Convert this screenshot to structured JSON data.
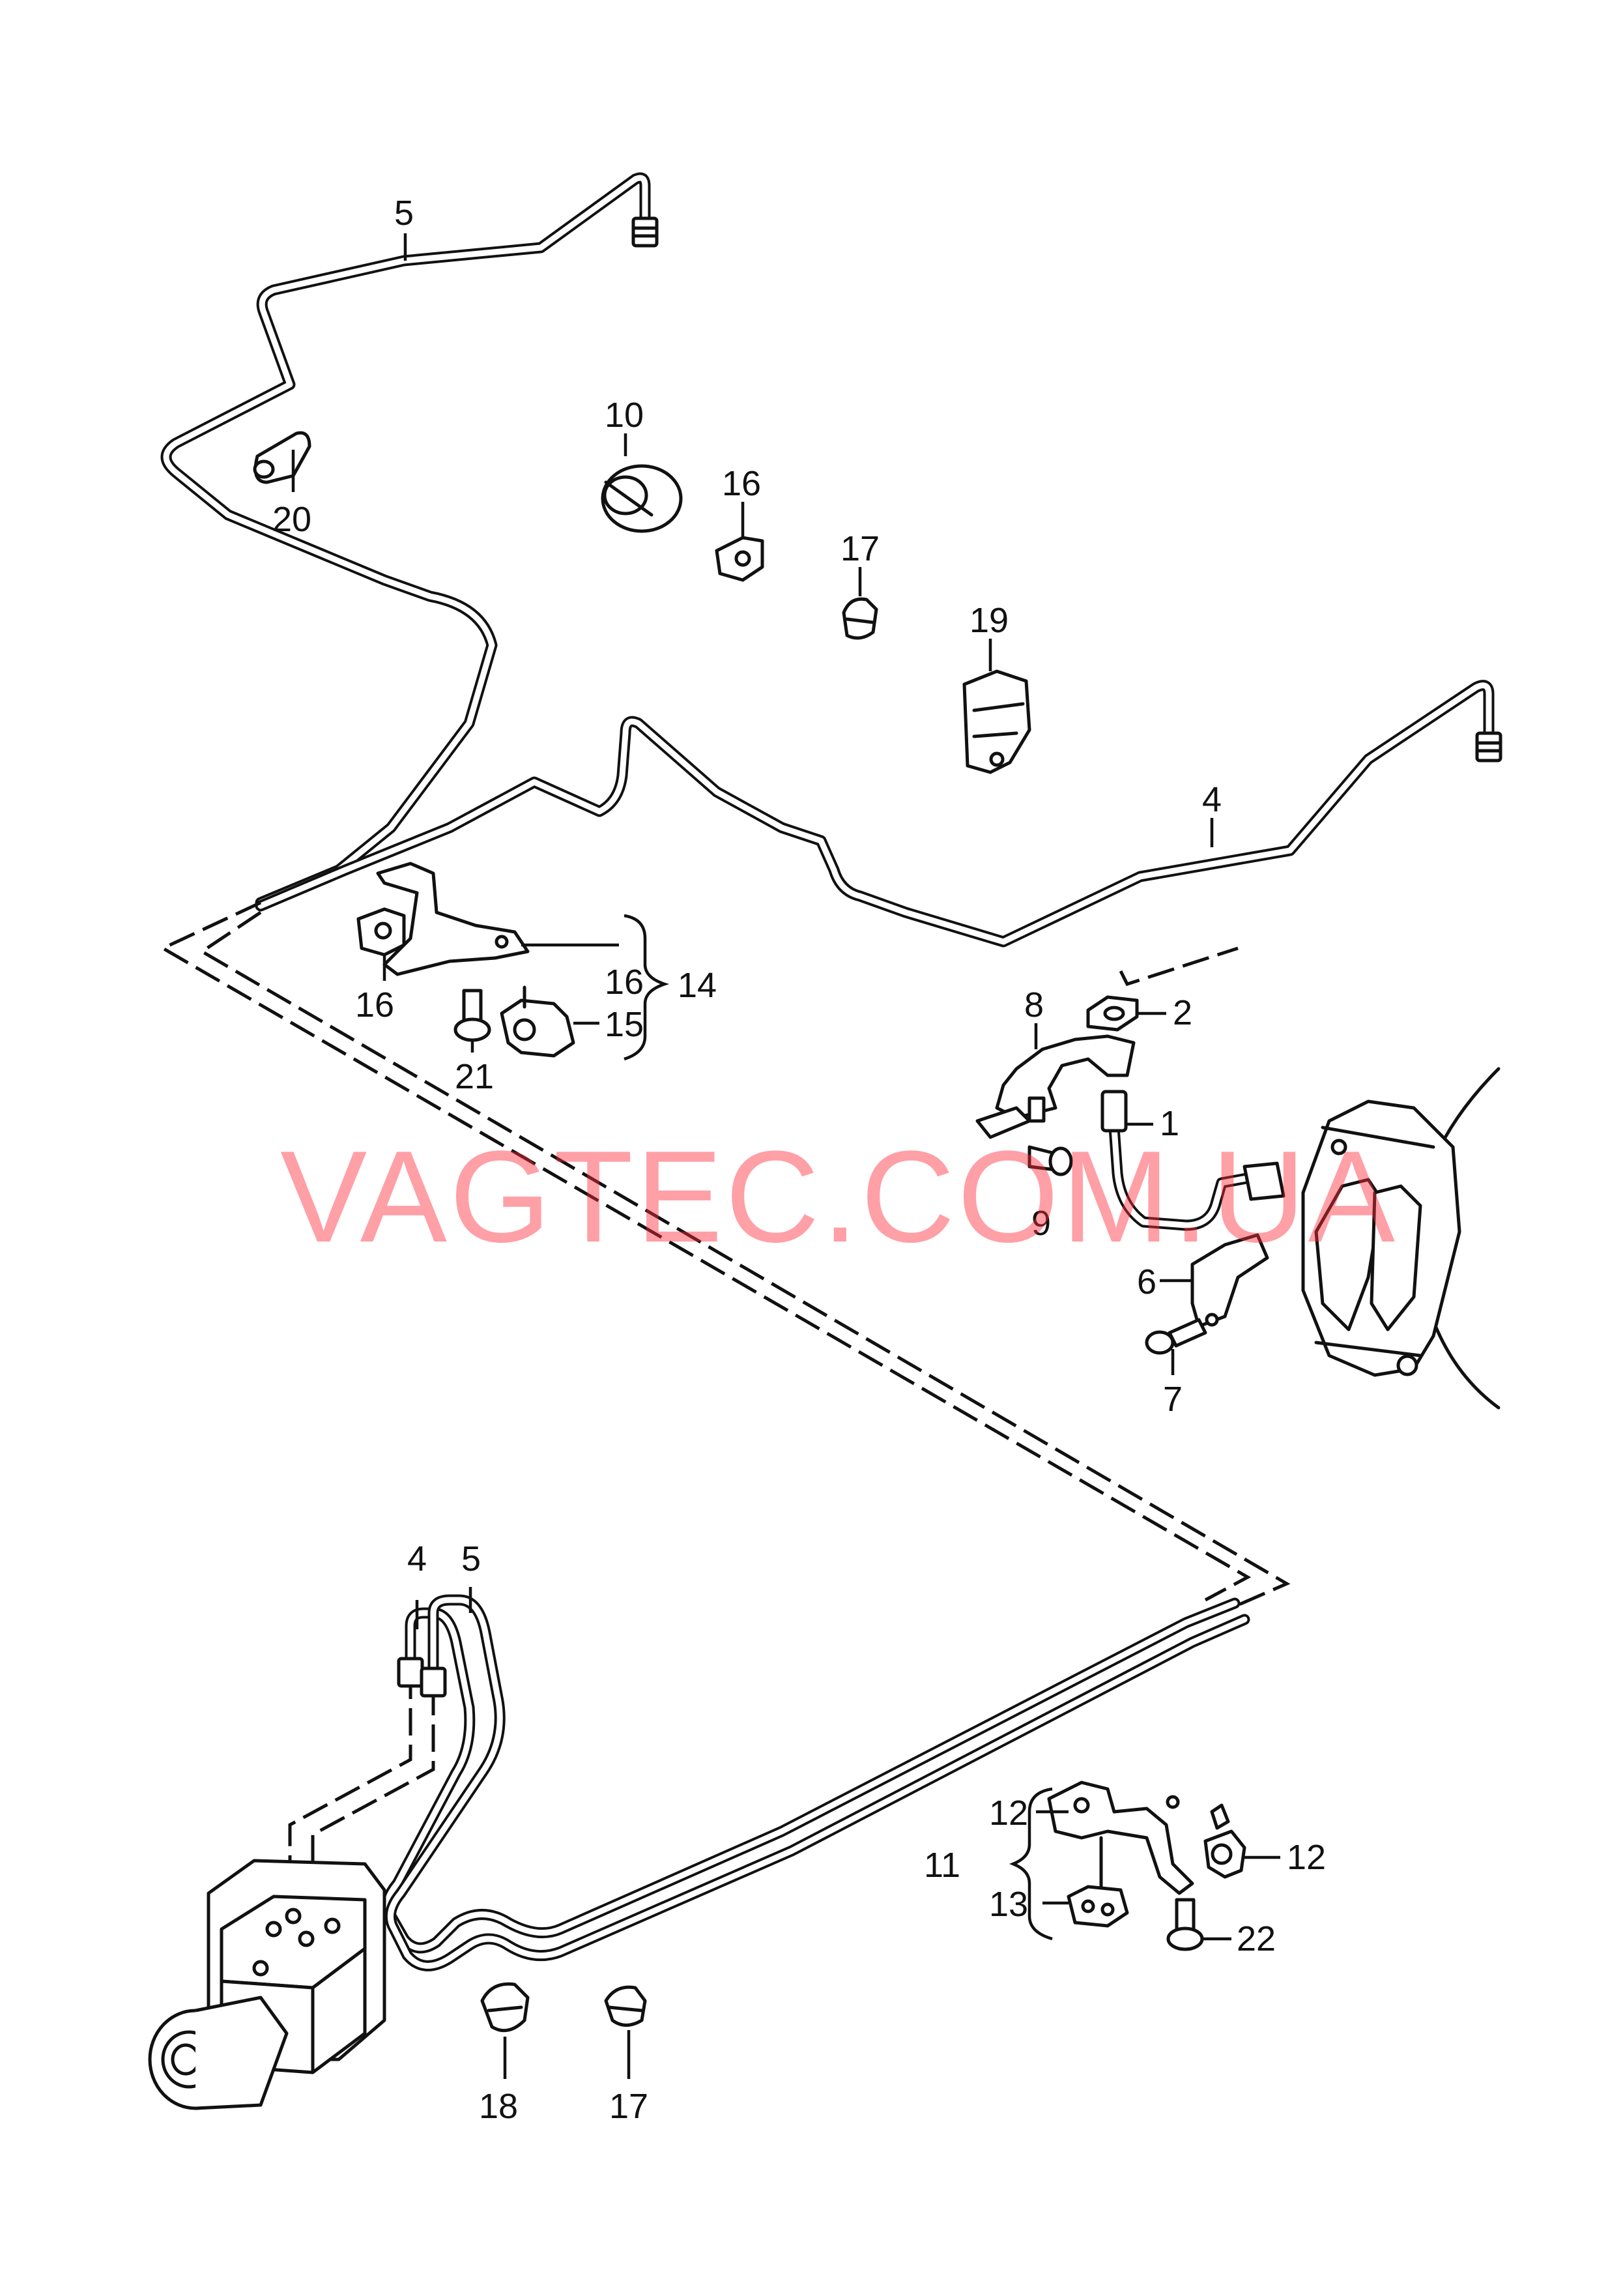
{
  "watermark": "VAGTEC.COM.UA",
  "callouts": {
    "c1": "1",
    "c2": "2",
    "c4a": "4",
    "c4b": "4",
    "c5a": "5",
    "c5b": "5",
    "c6": "6",
    "c7": "7",
    "c8": "8",
    "c9": "9",
    "c10": "10",
    "c11": "11",
    "c12a": "12",
    "c12b": "12",
    "c13": "13",
    "c14": "14",
    "c15": "15",
    "c16a": "16",
    "c16b": "16",
    "c16c": "16",
    "c17a": "17",
    "c17b": "17",
    "c18": "18",
    "c19": "19",
    "c20": "20",
    "c21": "21",
    "c22": "22"
  },
  "colors": {
    "line": "#111111",
    "watermark": "#ff2a3a",
    "background": "#ffffff"
  }
}
